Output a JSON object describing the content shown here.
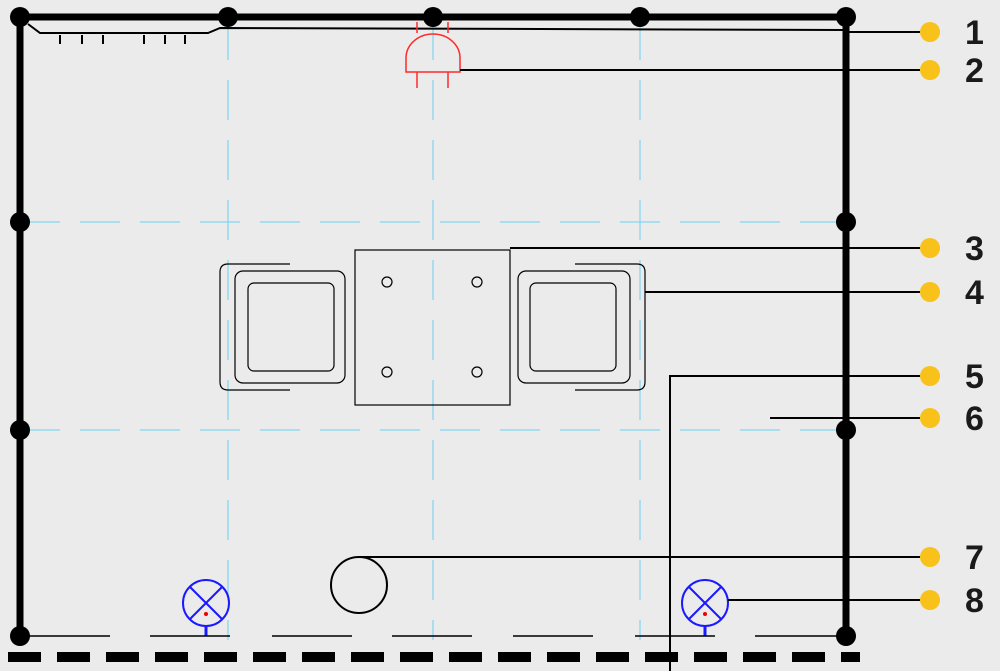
{
  "colors": {
    "wall": "#000000",
    "grid": "#7fd6f0",
    "socket": "#ff2a2a",
    "light": "#1a1aff",
    "marker": "#f8c21a",
    "background": "#ebebeb"
  },
  "callouts": [
    {
      "number": "1"
    },
    {
      "number": "2"
    },
    {
      "number": "3"
    },
    {
      "number": "4"
    },
    {
      "number": "5"
    },
    {
      "number": "6"
    },
    {
      "number": "7"
    },
    {
      "number": "8"
    }
  ]
}
